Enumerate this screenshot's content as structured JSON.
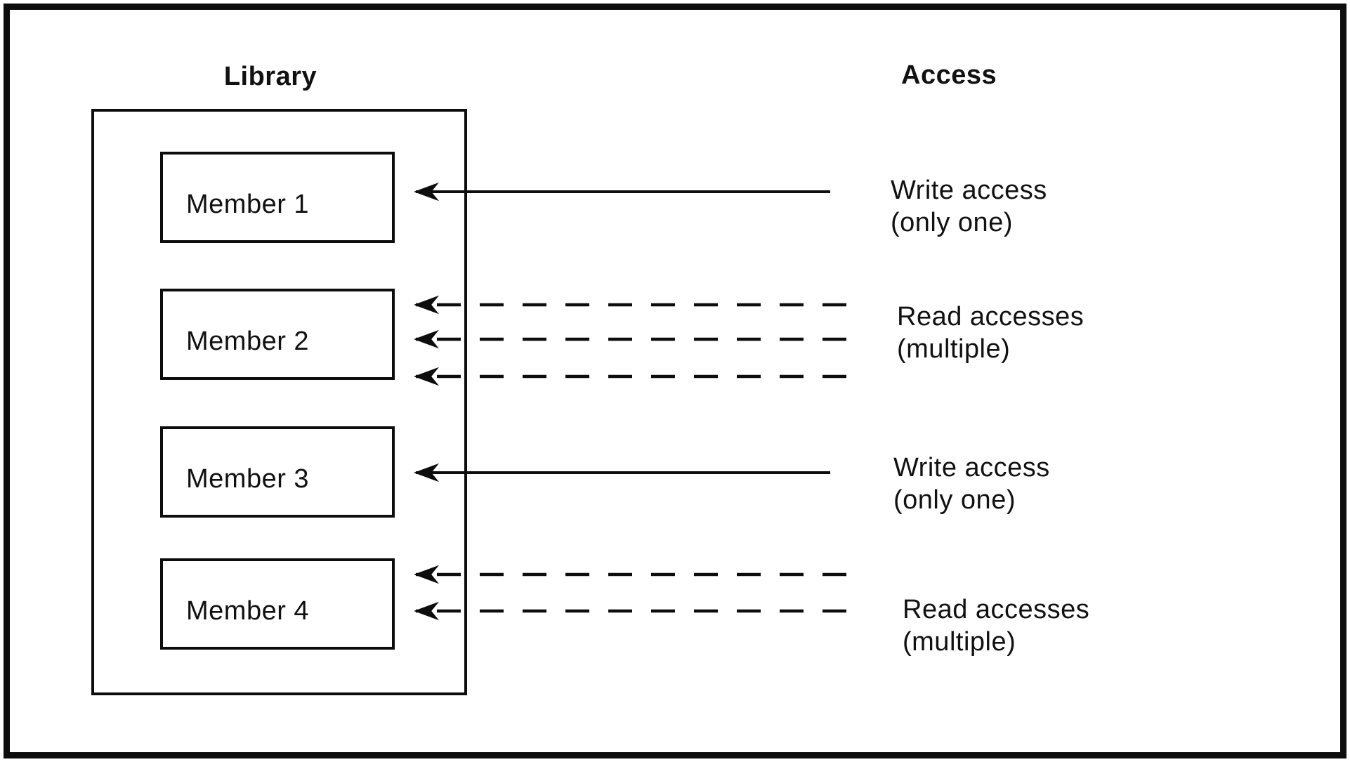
{
  "colors": {
    "ink": "#111111",
    "line": "#0d0d0d",
    "background": "#ffffff"
  },
  "library": {
    "title": "Library",
    "members": [
      {
        "label": "Member 1"
      },
      {
        "label": "Member 2"
      },
      {
        "label": "Member 3"
      },
      {
        "label": "Member 4"
      }
    ]
  },
  "access": {
    "title": "Access",
    "items": [
      {
        "line1": "Write access",
        "line2": "(only one)",
        "line_style": "solid",
        "arrow_count": 1,
        "target": "Member 1"
      },
      {
        "line1": "Read accesses",
        "line2": "(multiple)",
        "line_style": "dashed",
        "arrow_count": 3,
        "target": "Member 2"
      },
      {
        "line1": "Write access",
        "line2": "(only one)",
        "line_style": "solid",
        "arrow_count": 1,
        "target": "Member 3"
      },
      {
        "line1": "Read accesses",
        "line2": "(multiple)",
        "line_style": "dashed",
        "arrow_count": 2,
        "target": "Member 4"
      }
    ]
  }
}
